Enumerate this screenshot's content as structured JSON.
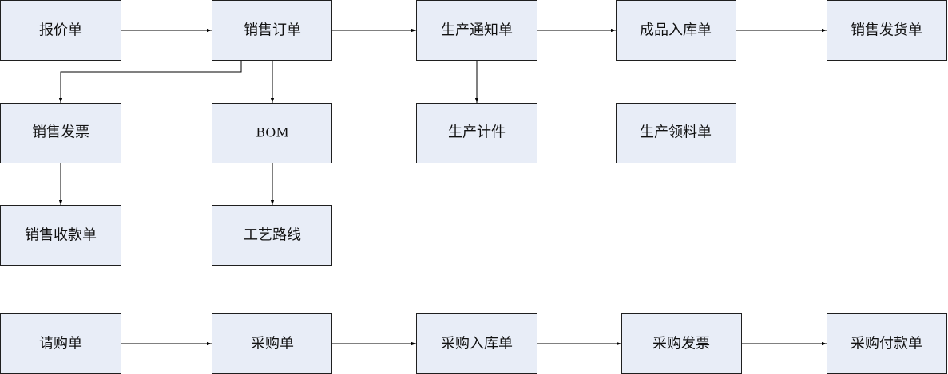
{
  "nodes": {
    "quote": "报价单",
    "sales_order": "销售订单",
    "production_notice": "生产通知单",
    "finished_goods_in": "成品入库单",
    "sales_delivery": "销售发货单",
    "sales_invoice": "销售发票",
    "bom": "BOM",
    "production_piecework": "生产计件",
    "production_material_req": "生产领料单",
    "sales_receipt": "销售收款单",
    "process_route": "工艺路线",
    "purchase_request": "请购单",
    "purchase_order": "采购单",
    "purchase_in": "采购入库单",
    "purchase_invoice": "采购发票",
    "purchase_payment": "采购付款单"
  },
  "edges": [
    {
      "from": "quote",
      "to": "sales_order"
    },
    {
      "from": "sales_order",
      "to": "production_notice"
    },
    {
      "from": "production_notice",
      "to": "finished_goods_in"
    },
    {
      "from": "finished_goods_in",
      "to": "sales_delivery"
    },
    {
      "from": "sales_order",
      "to": "sales_invoice"
    },
    {
      "from": "sales_order",
      "to": "bom"
    },
    {
      "from": "production_notice",
      "to": "production_piecework"
    },
    {
      "from": "sales_invoice",
      "to": "sales_receipt"
    },
    {
      "from": "bom",
      "to": "process_route"
    },
    {
      "from": "purchase_request",
      "to": "purchase_order"
    },
    {
      "from": "purchase_order",
      "to": "purchase_in"
    },
    {
      "from": "purchase_in",
      "to": "purchase_invoice"
    },
    {
      "from": "purchase_invoice",
      "to": "purchase_payment"
    }
  ]
}
